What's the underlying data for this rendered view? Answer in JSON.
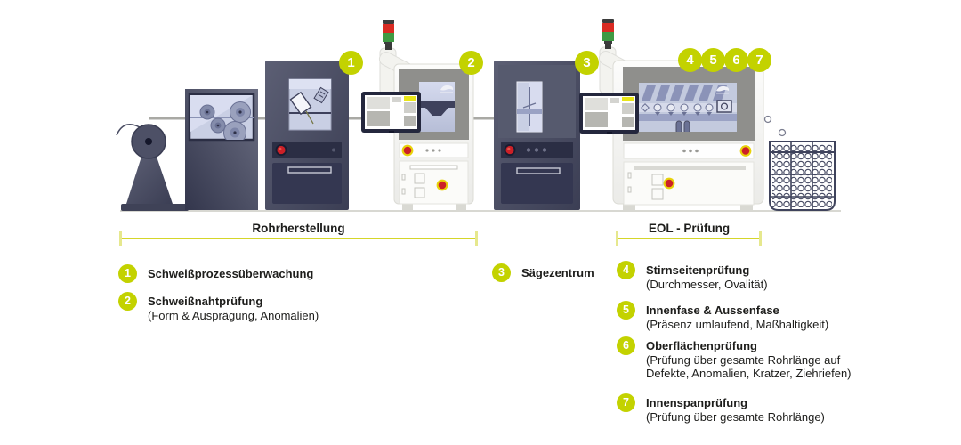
{
  "markers": [
    "1",
    "2",
    "3",
    "4",
    "5",
    "6",
    "7"
  ],
  "brackets": {
    "production": "Rohrherstellung",
    "eol": "EOL - Prüfung"
  },
  "legend": {
    "items": [
      {
        "num": "1",
        "title": "Schweißprozessüberwachung",
        "subtitle": ""
      },
      {
        "num": "2",
        "title": "Schweißnahtprüfung",
        "subtitle": "(Form & Ausprägung, Anomalien)"
      },
      {
        "num": "3",
        "title": "Sägezentrum",
        "subtitle": ""
      },
      {
        "num": "4",
        "title": "Stirnseitenprüfung",
        "subtitle": "(Durchmesser, Ovalität)"
      },
      {
        "num": "5",
        "title": "Innenfase & Aussenfase",
        "subtitle": "(Präsenz umlaufend, Maßhaltigkeit)"
      },
      {
        "num": "6",
        "title": "Oberflächenprüfung",
        "subtitle": "(Prüfung über gesamte Rohrlänge auf\nDefekte, Anomalien, Kratzer, Ziehriefen)"
      },
      {
        "num": "7",
        "title": "Innenspanprüfung",
        "subtitle": "(Prüfung über gesamte Rohrlänge)"
      }
    ]
  },
  "icons": {
    "signal_tower": "signal-tower-icon",
    "emergency_stop": "emergency-stop-button-icon",
    "monitor": "monitor-icon",
    "tube_basket": "tube-basket-icon",
    "decoiler": "decoiler-coil-icon"
  },
  "colors": {
    "accent": "#c3d200",
    "bracket_line": "#d5d62a",
    "bracket_tick": "#e6e88e",
    "machine_dark": "#474a5f",
    "machine_light": "#f6f6f4",
    "panel_gray": "#8f8f8c",
    "window_blue": "#c9cfe4",
    "signal_red": "#d92b23",
    "signal_green": "#3f9a43",
    "emergency_red": "#cc2027",
    "emergency_ring_yellow": "#e8d20a",
    "monitor_highlight_yellow": "#e9e618",
    "text": "#1d1d1b"
  }
}
